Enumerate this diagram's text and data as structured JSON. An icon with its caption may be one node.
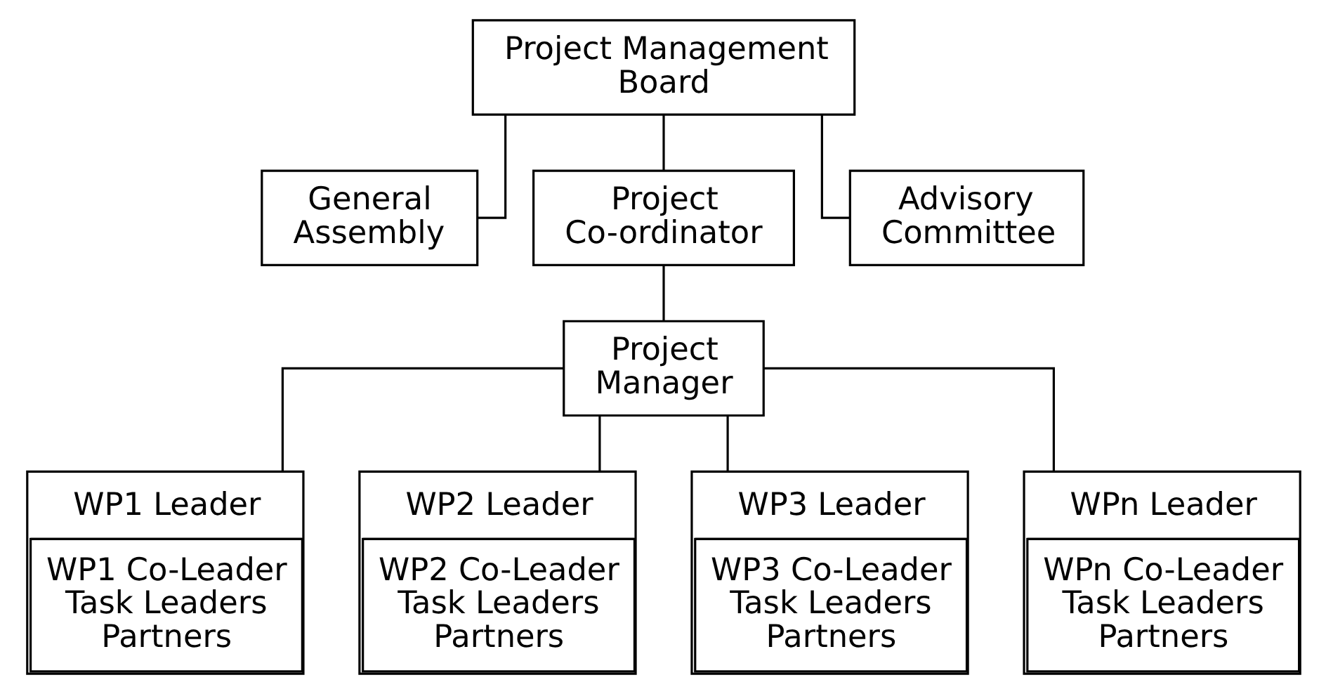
{
  "diagram": {
    "nodes": [
      {
        "text": [
          "Project Management Board"
        ]
      },
      {
        "text": [
          "General Assembly"
        ]
      },
      {
        "text": [
          "Project Co-ordinator"
        ]
      },
      {
        "text": [
          "Advisory Committee"
        ]
      },
      {
        "text": [
          "Project Manager"
        ]
      },
      {
        "text": [
          "WP1 Leader",
          "WP1 Co-Leader",
          "Task Leaders",
          "Partners"
        ]
      },
      {
        "text": [
          "WP2 Leader",
          "WP2 Co-Leader",
          "Task Leaders",
          "Partners"
        ]
      },
      {
        "text": [
          "WP3 Leader",
          "WP3 Co-Leader",
          "Task Leaders",
          "Partners"
        ]
      },
      {
        "text": [
          "WPn Leader",
          "WPn Co-Leader",
          "Task Leaders",
          "Partners"
        ]
      }
    ],
    "edges": [
      {
        "from": 0,
        "to": 1,
        "arrow": "none"
      },
      {
        "from": 0,
        "to": 2,
        "arrow": "none"
      },
      {
        "from": 0,
        "to": 3,
        "arrow": "none"
      },
      {
        "from": 2,
        "to": 4,
        "arrow": "none"
      },
      {
        "from": 4,
        "to": 5,
        "arrow": "none"
      },
      {
        "from": 4,
        "to": 6,
        "arrow": "none"
      },
      {
        "from": 4,
        "to": 7,
        "arrow": "none"
      },
      {
        "from": 4,
        "to": 8,
        "arrow": "none"
      }
    ]
  }
}
